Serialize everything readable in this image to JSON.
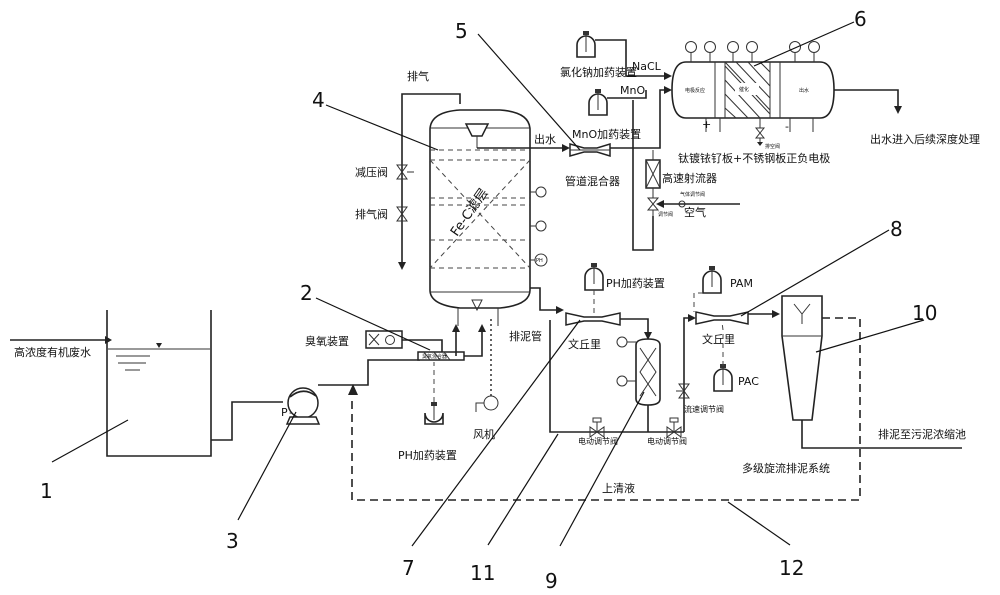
{
  "numbers": [
    "1",
    "2",
    "3",
    "4",
    "5",
    "6",
    "7",
    "8",
    "9",
    "10",
    "11",
    "12"
  ],
  "labels": {
    "inlet": "高浓度有机废水",
    "exhaust": "排气",
    "pressure_valve": "减压阀",
    "vent_valve": "排气阀",
    "ozone": "臭氧装置",
    "ph_bottom": "PH加药装置",
    "fan": "风机",
    "fe_c": "Fe-C滤层",
    "outlet_water": "出水",
    "sludge_pipe": "排泥管",
    "pipe_mixer": "管道混合器",
    "nacl_dosing": "氯化钠加药装置",
    "nacl": "NaCL",
    "mno": "MnO",
    "mno_dosing": "MnO加药装置",
    "electrode": "钛镀铱钌板+不锈钢板正负电极",
    "jet": "高速射流器",
    "air": "空气",
    "final_outlet": "出水进入后续深度处理",
    "ph_mid": "PH加药装置",
    "venturi1": "文丘里",
    "venturi2": "文丘里",
    "pam": "PAM",
    "pac": "PAC",
    "valve_a": "电动调节阀",
    "valve_b": "电动调节阀",
    "valve_c": "流速调节阀",
    "sludge_out": "排泥至污泥浓缩池",
    "cyclone_system": "多级旋流排泥系统",
    "supernatant": "上清液",
    "pump": "P",
    "reg_valve": "调节阀",
    "gas_valve": "气体调节阀",
    "cell_a": "电极反应",
    "cell_b": "催化",
    "cell_c": "出水",
    "drain": "排空阀"
  }
}
